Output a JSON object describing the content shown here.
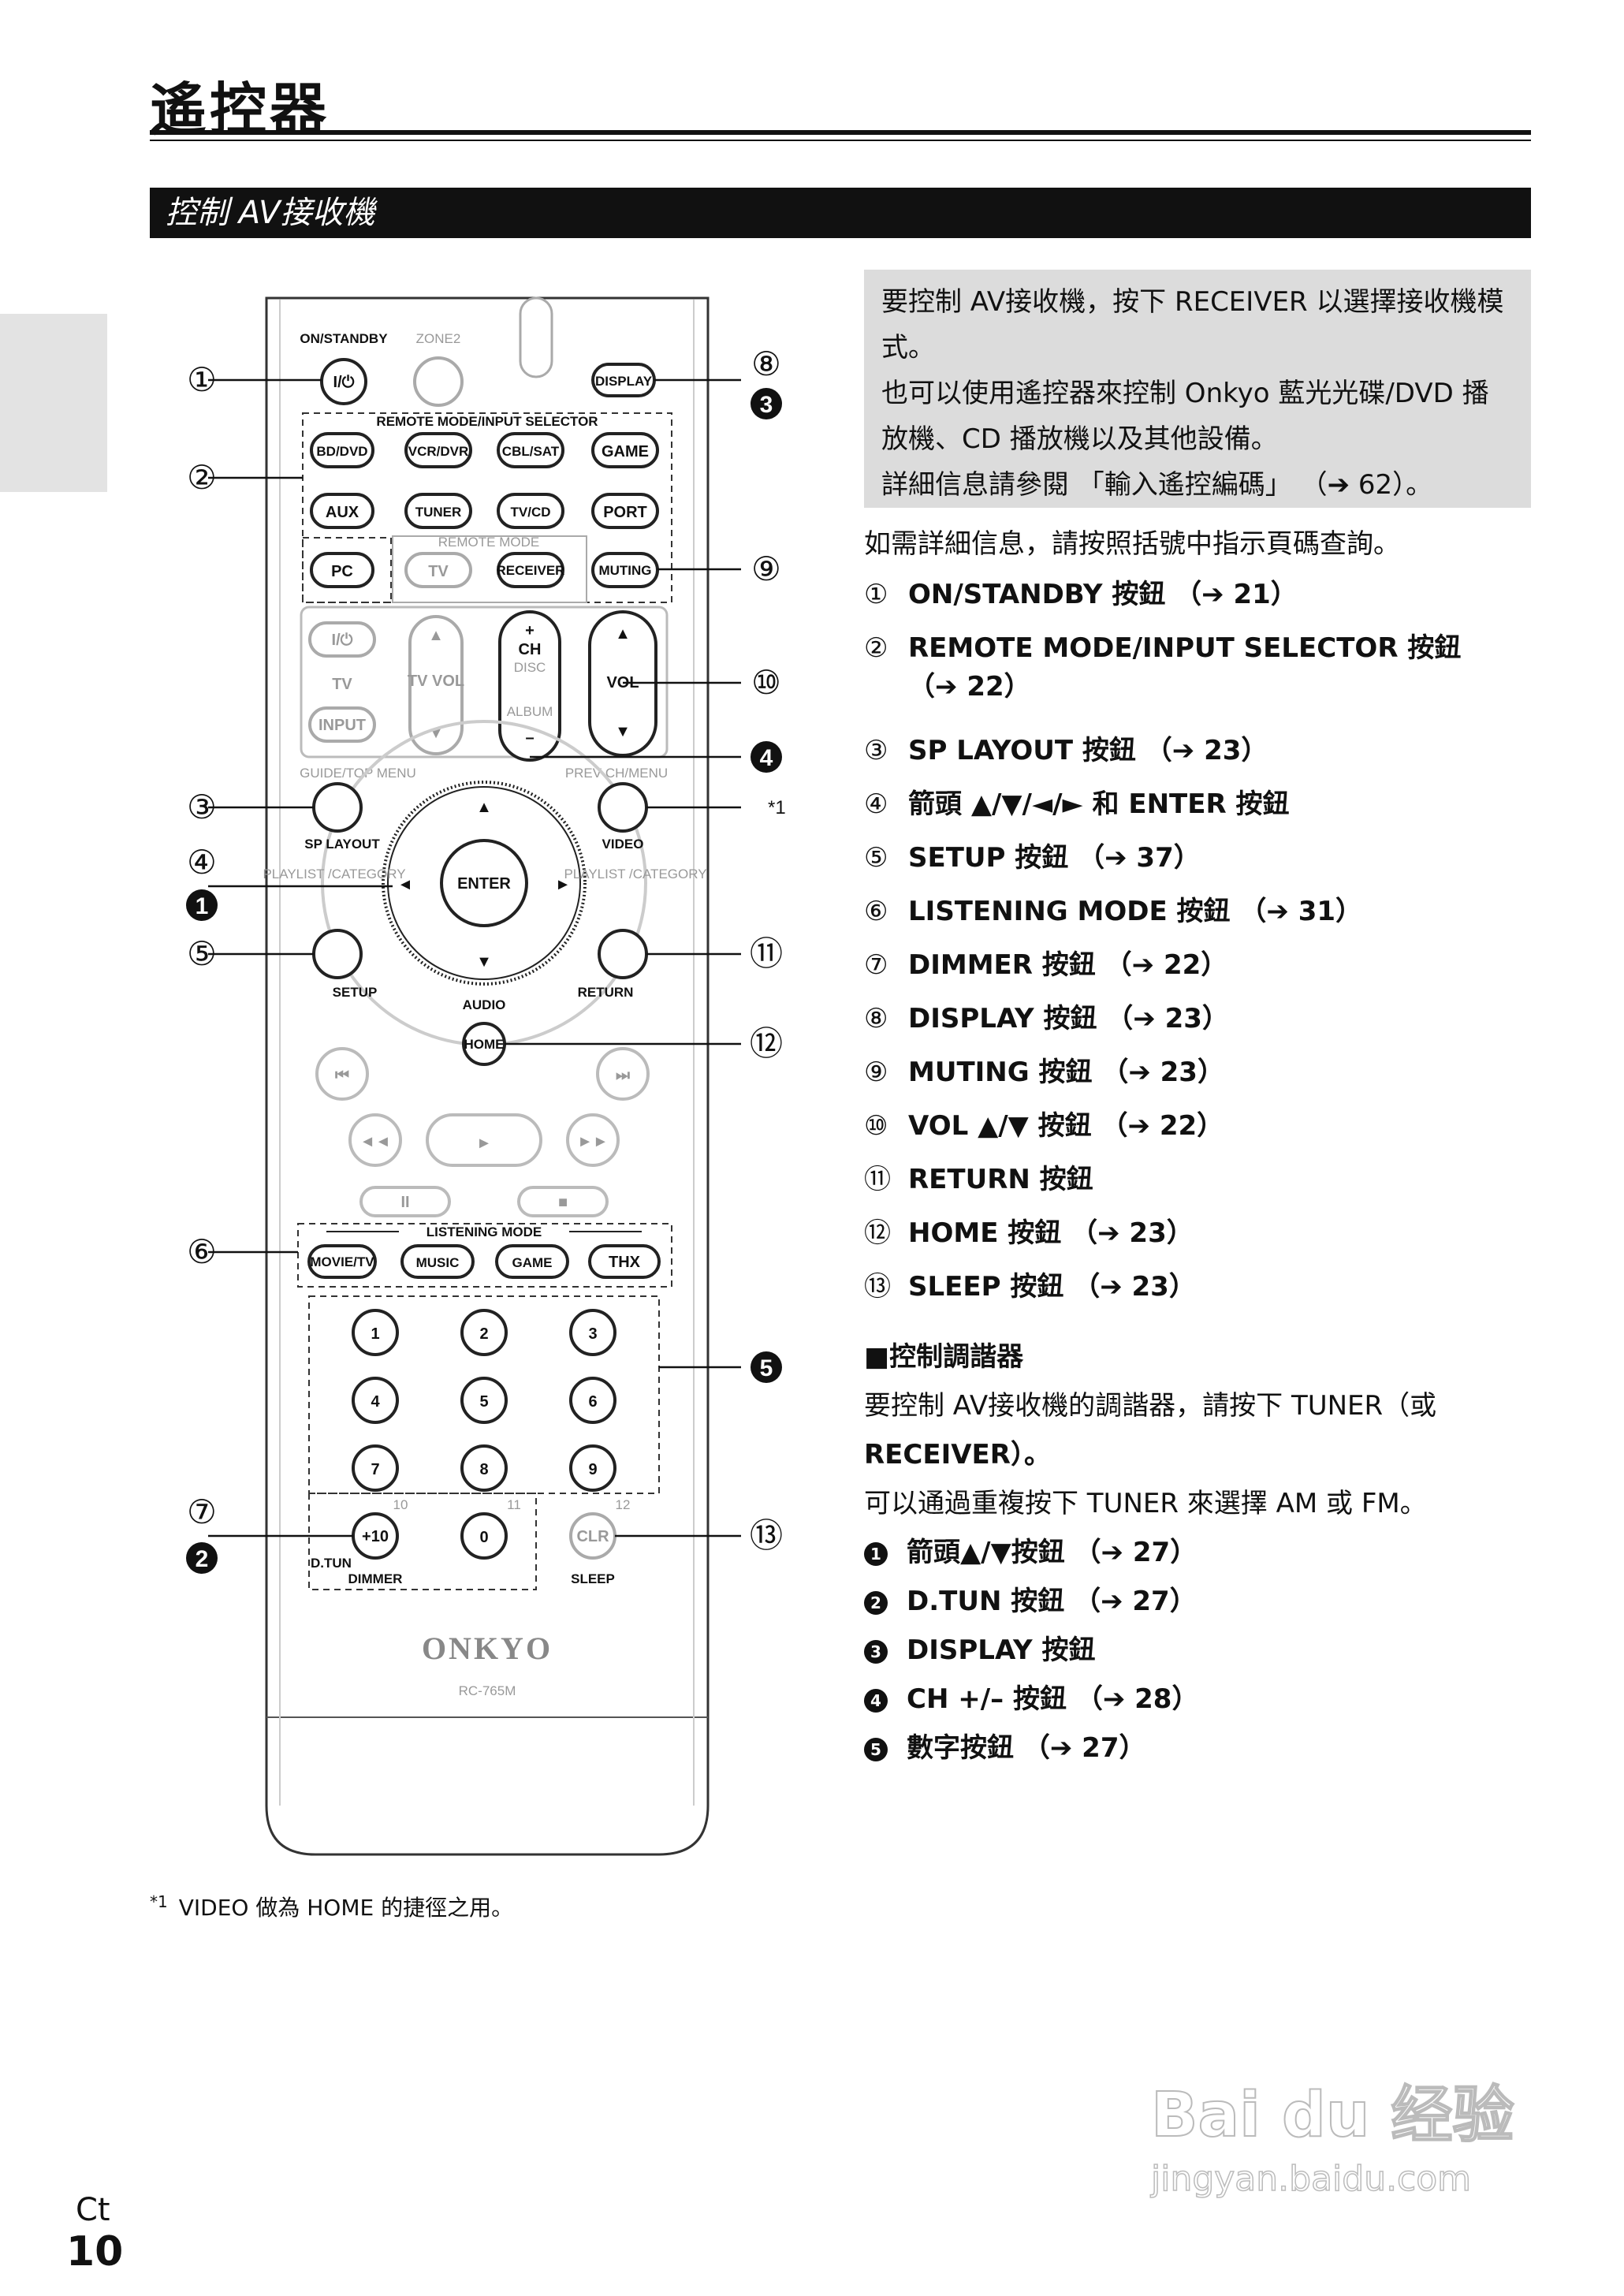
{
  "page": {
    "title": "遙控器",
    "section": "控制 AV接收機",
    "lang": "Ct",
    "number": "10"
  },
  "note": {
    "p1": "要控制 AV接收機，按下 RECEIVER 以選擇接收機模式。",
    "p2": "也可以使用遙控器來控制 Onkyo 藍光光碟/DVD 播放機、CD 播放機以及其他設備。",
    "p3": "詳細信息請參閱 「輸入遙控編碼」 （➔ 62）。"
  },
  "intro": "如需詳細信息，請按照括號中指示頁碼查詢。",
  "refs": [
    {
      "num": "①",
      "text": "ON/STANDBY 按鈕 （➔ 21）",
      "cont": ""
    },
    {
      "num": "②",
      "text": "REMOTE MODE/INPUT SELECTOR 按鈕",
      "cont": "（➔ 22）"
    },
    {
      "num": "③",
      "text": "SP LAYOUT 按鈕 （➔ 23）",
      "cont": ""
    },
    {
      "num": "④",
      "text": "箭頭 ▲/▼/◄/► 和 ENTER 按鈕",
      "cont": ""
    },
    {
      "num": "⑤",
      "text": "SETUP 按鈕 （➔ 37）",
      "cont": ""
    },
    {
      "num": "⑥",
      "text": "LISTENING MODE 按鈕 （➔ 31）",
      "cont": ""
    },
    {
      "num": "⑦",
      "text": "DIMMER 按鈕 （➔ 22）",
      "cont": ""
    },
    {
      "num": "⑧",
      "text": "DISPLAY 按鈕 （➔ 23）",
      "cont": ""
    },
    {
      "num": "⑨",
      "text": "MUTING 按鈕 （➔ 23）",
      "cont": ""
    },
    {
      "num": "⑩",
      "text": "VOL ▲/▼ 按鈕 （➔ 22）",
      "cont": ""
    },
    {
      "num": "⑪",
      "text": "RETURN 按鈕",
      "cont": ""
    },
    {
      "num": "⑫",
      "text": "HOME 按鈕 （➔ 23）",
      "cont": ""
    },
    {
      "num": "⑬",
      "text": "SLEEP 按鈕 （➔ 23）",
      "cont": ""
    }
  ],
  "tuner": {
    "heading": "■控制調諧器",
    "p1a": "要控制 AV接收機的調諧器，請按下 TUNER（或",
    "p1b": "RECEIVER）。",
    "p2": "可以通過重複按下 TUNER 來選擇 AM 或 FM。",
    "items": [
      {
        "num": "1",
        "text": "箭頭▲/▼按鈕 （➔ 27）"
      },
      {
        "num": "2",
        "text": "D.TUN 按鈕 （➔ 27）"
      },
      {
        "num": "3",
        "text": "DISPLAY 按鈕"
      },
      {
        "num": "4",
        "text": "CH +/– 按鈕 （➔ 28）"
      },
      {
        "num": "5",
        "text": "數字按鈕 （➔ 27）"
      }
    ]
  },
  "footnote": {
    "mark": "*1",
    "text": "VIDEO 做為 HOME 的捷徑之用。"
  },
  "remote": {
    "on_standby": "ON/STANDBY",
    "power_glyph": "I/⏻",
    "zone2": "ZONE2",
    "display": "DISPLAY",
    "remote_mode_selector": "REMOTE MODE/INPUT SELECTOR",
    "inputs_row1": [
      "BD/DVD",
      "VCR/DVR",
      "CBL/SAT",
      "GAME"
    ],
    "inputs_row2": [
      "AUX",
      "TUNER",
      "TV/CD",
      "PORT"
    ],
    "pc": "PC",
    "remote_mode": "REMOTE MODE",
    "tv": "TV",
    "receiver": "RECEIVER",
    "muting": "MUTING",
    "tv_power": "I/⏻",
    "tv_label": "TV",
    "tv_vol": "TV VOL",
    "input": "INPUT",
    "ch_plus": "+",
    "ch": "CH",
    "disc": "DISC",
    "album": "ALBUM",
    "ch_minus": "–",
    "vol": "VOL",
    "guide_top_menu": "GUIDE/TOP MENU",
    "prev_ch_menu": "PREV CH/MENU",
    "sp_layout": "SP LAYOUT",
    "video": "VIDEO",
    "playlist_category": "PLAYLIST /CATEGORY",
    "enter": "ENTER",
    "setup": "SETUP",
    "return": "RETURN",
    "audio": "AUDIO",
    "home": "HOME",
    "listening_mode": "LISTENING MODE",
    "lm_buttons": [
      "MOVIE/TV",
      "MUSIC",
      "GAME",
      "THX"
    ],
    "digits": [
      "1",
      "2",
      "3",
      "4",
      "5",
      "6",
      "7",
      "8",
      "9"
    ],
    "plus10": "+10",
    "zero": "0",
    "clr": "CLR",
    "small_10": "10",
    "small_11": "11",
    "small_12": "12",
    "dtun": "D.TUN",
    "dimmer": "DIMMER",
    "sleep": "SLEEP",
    "brand": "ONKYO",
    "model": "RC-765M",
    "star1": "*1"
  },
  "callouts": {
    "c1": "①",
    "c2": "②",
    "c3": "③",
    "c4": "④",
    "c5": "⑤",
    "c6": "⑥",
    "c7": "⑦",
    "c8": "⑧",
    "c9": "⑨",
    "c10": "⑩",
    "c11": "⑪",
    "c12": "⑫",
    "c13": "⑬",
    "f1": "1",
    "f2": "2",
    "f3": "3",
    "f4": "4",
    "f5": "5"
  },
  "watermark": {
    "line1": "Bai du 经验",
    "line2": "jingyan.baidu.com"
  }
}
